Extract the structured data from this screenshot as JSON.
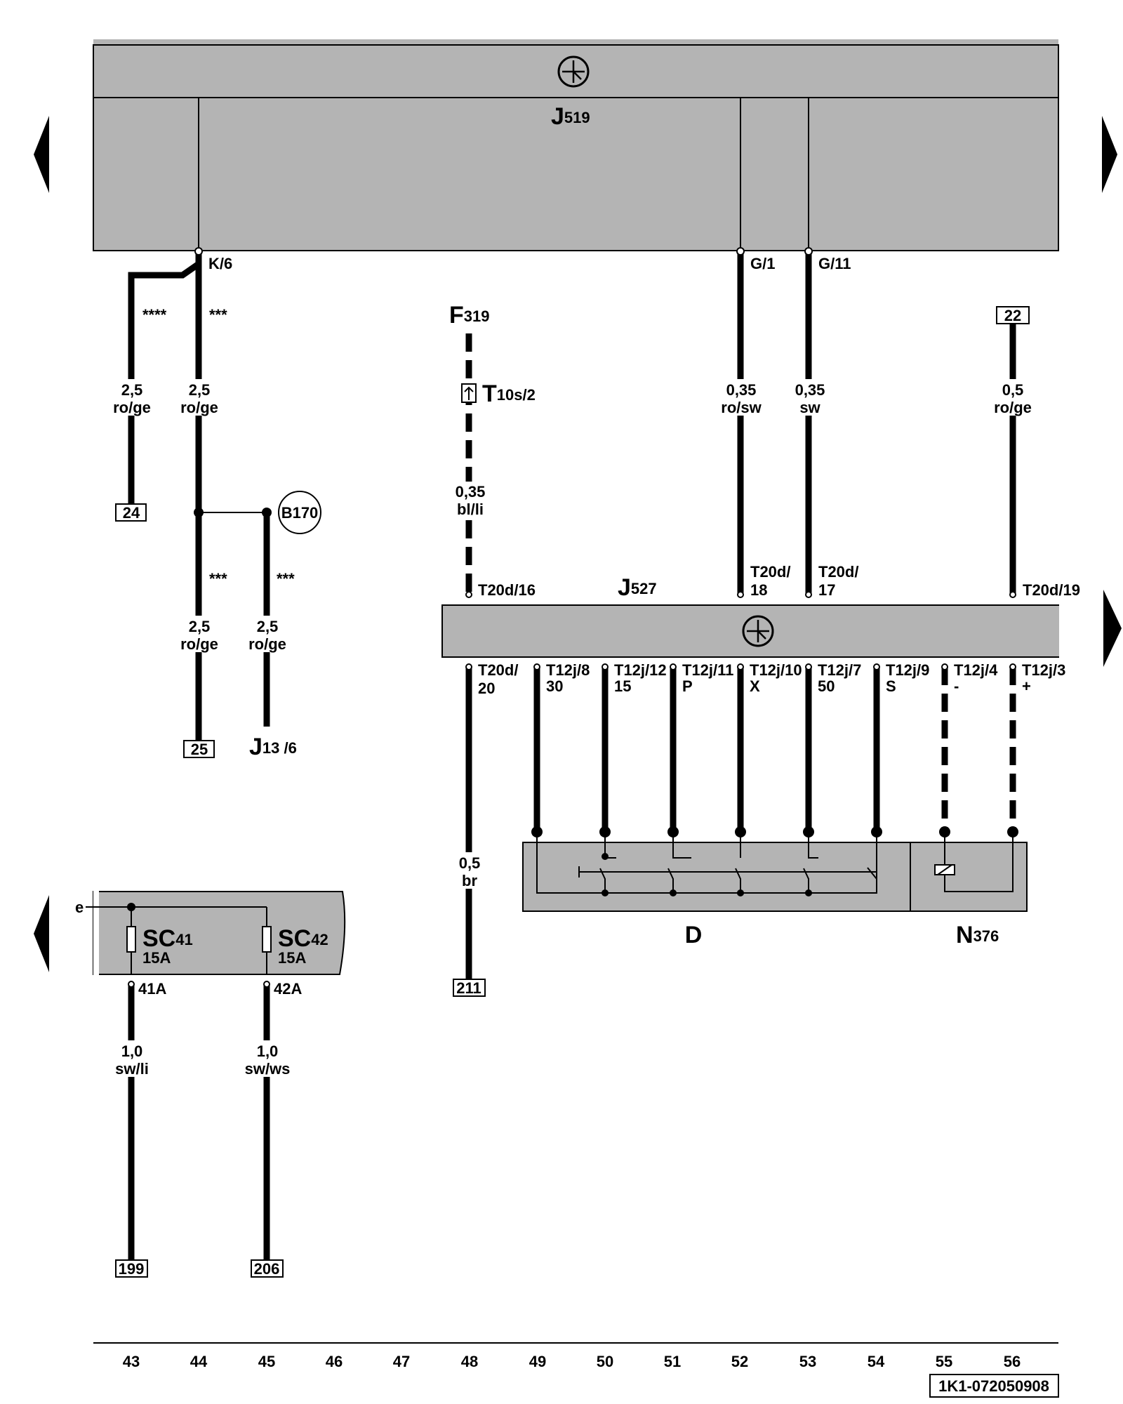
{
  "components": {
    "j519": {
      "label": "J",
      "sub": "519"
    },
    "j527": {
      "label": "J",
      "sub": "527"
    },
    "f319": {
      "label": "F",
      "sub": "319"
    },
    "t10s": {
      "label": "T",
      "sub": "10s/2"
    },
    "d": {
      "label": "D"
    },
    "n376": {
      "label": "N",
      "sub": "376"
    },
    "sc41": {
      "label": "SC",
      "sub": "41",
      "rating": "15A"
    },
    "sc42": {
      "label": "SC",
      "sub": "42",
      "rating": "15A"
    },
    "j13": {
      "label": "J",
      "sub": "13 /6"
    },
    "b170": {
      "label": "B170"
    },
    "e_terminal": "e"
  },
  "pins": {
    "k6": "K/6",
    "g1": "G/1",
    "g11": "G/11",
    "t20d16": "T20d/16",
    "t20d18a": "T20d/",
    "t20d18b": "18",
    "t20d17a": "T20d/",
    "t20d17b": "17",
    "t20d19": "T20d/19",
    "t20d20a": "T20d/",
    "t20d20b": "20",
    "t12j8": "T12j/8",
    "t12j8f": "30",
    "t12j12": "T12j/12",
    "t12j12f": "15",
    "t12j11": "T12j/11",
    "t12j11f": "P",
    "t12j10": "T12j/10",
    "t12j10f": "X",
    "t12j7": "T12j/7",
    "t12j7f": "50",
    "t12j9": "T12j/9",
    "t12j9f": "S",
    "t12j4": "T12j/4",
    "t12j4f": "-",
    "t12j3": "T12j/3",
    "t12j3f": "+",
    "p41a": "41A",
    "p42a": "42A"
  },
  "wires": {
    "w1": {
      "size": "2,5",
      "color": "ro/ge"
    },
    "w2": {
      "size": "2,5",
      "color": "ro/ge"
    },
    "w3": {
      "size": "2,5",
      "color": "ro/ge"
    },
    "w4": {
      "size": "2,5",
      "color": "ro/ge"
    },
    "w5": {
      "size": "0,35",
      "color": "bl/li"
    },
    "w6": {
      "size": "0,35",
      "color": "ro/sw"
    },
    "w7": {
      "size": "0,35",
      "color": "sw"
    },
    "w8": {
      "size": "0,5",
      "color": "ro/ge"
    },
    "w9": {
      "size": "0,5",
      "color": "br"
    },
    "w10": {
      "size": "1,0",
      "color": "sw/li"
    },
    "w11": {
      "size": "1,0",
      "color": "sw/ws"
    }
  },
  "stars": {
    "s4": "****",
    "s3a": "***",
    "s3b": "***",
    "s3c": "***"
  },
  "refs": {
    "r24": "24",
    "r22": "22",
    "r25": "25",
    "r211": "211",
    "r199": "199",
    "r206": "206"
  },
  "grid_numbers": [
    "43",
    "44",
    "45",
    "46",
    "47",
    "48",
    "49",
    "50",
    "51",
    "52",
    "53",
    "54",
    "55",
    "56"
  ],
  "doc_code": "1K1-072050908"
}
